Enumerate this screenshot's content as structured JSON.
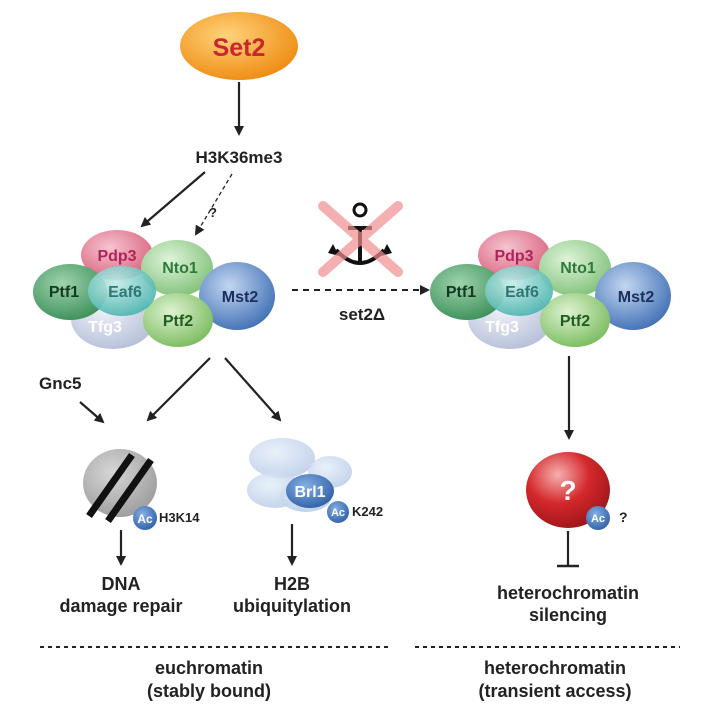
{
  "top_node": {
    "label": "Set2"
  },
  "mark": {
    "label": "H3K36me3"
  },
  "unknown_link": {
    "label": "?"
  },
  "complex_left": {
    "subunits": {
      "pdp3": "Pdp3",
      "nto1": "Nto1",
      "ptf1": "Ptf1",
      "eaf6": "Eaf6",
      "mst2": "Mst2",
      "tfg3": "Tfg3",
      "ptf2": "Ptf2"
    }
  },
  "complex_right": {
    "subunits": {
      "pdp3": "Pdp3",
      "nto1": "Nto1",
      "ptf1": "Ptf1",
      "eaf6": "Eaf6",
      "mst2": "Mst2",
      "tfg3": "Tfg3",
      "ptf2": "Ptf2"
    }
  },
  "transition": {
    "label": "set2Δ"
  },
  "gnc5": {
    "label": "Gnc5"
  },
  "histone_target": {
    "ac": "Ac",
    "site": "H3K14",
    "outcome_line1": "DNA",
    "outcome_line2": "damage repair"
  },
  "brl1_target": {
    "name": "Brl1",
    "ac": "Ac",
    "site": "K242",
    "outcome_line1": "H2B",
    "outcome_line2": "ubiquitylation"
  },
  "unknown_target": {
    "name": "?",
    "ac": "Ac",
    "site": "?",
    "outcome_line1": "heterochromatin",
    "outcome_line2": "silencing"
  },
  "footer_left": {
    "line1": "euchromatin",
    "line2": "(stably bound)"
  },
  "footer_right": {
    "line1": "heterochromatin",
    "line2": "(transient access)"
  },
  "colors": {
    "set2_fill": "#f39a1e",
    "set2_text": "#c8282d",
    "pdp3": "#e07a90",
    "nto1": "#9fd39a",
    "ptf1": "#4fa36c",
    "eaf6": "#6cc6c0",
    "mst2": "#5b86c4",
    "tfg3": "#c7cfe3",
    "ptf2": "#8ec873",
    "cross": "#f08f8f"
  }
}
